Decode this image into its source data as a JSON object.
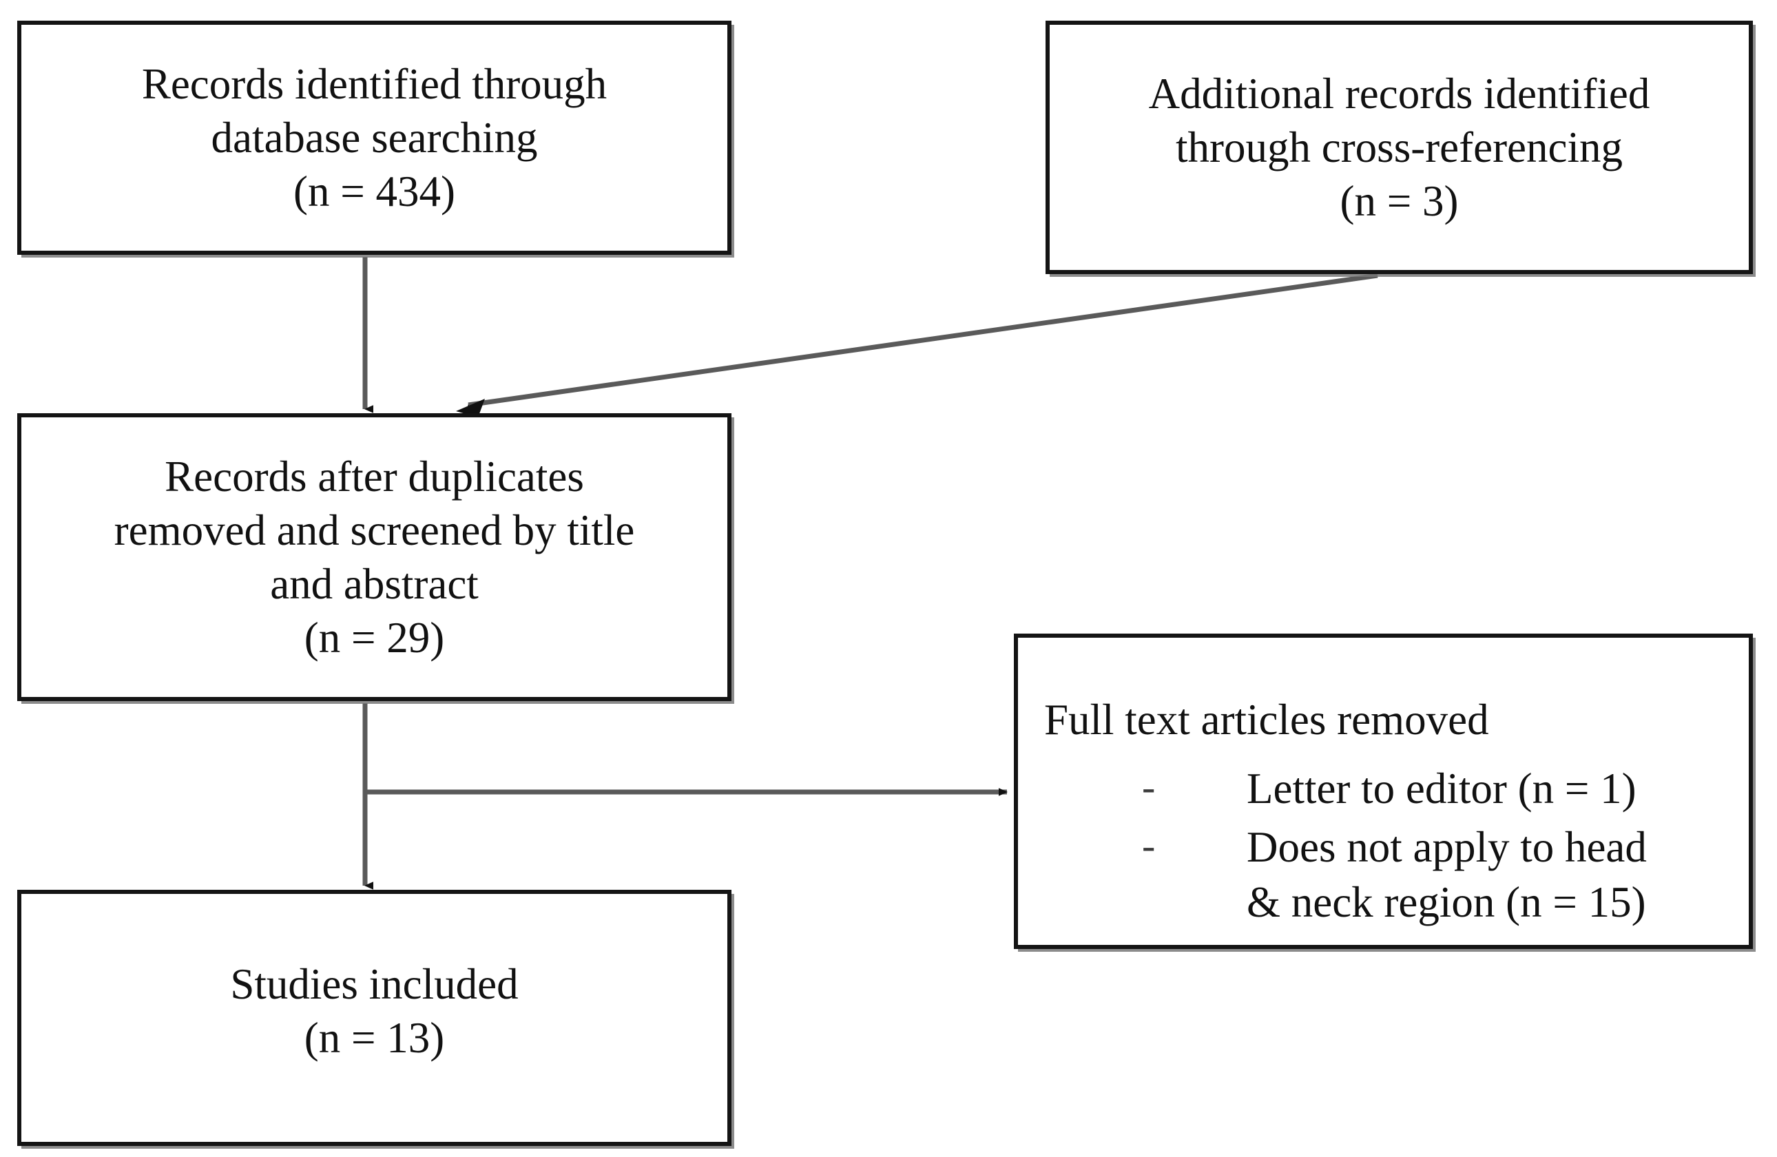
{
  "diagram": {
    "type": "prisma-flow-diagram",
    "title": "",
    "boxes": [
      {
        "id": "records-identified-database",
        "lines": [
          "Records identified through",
          "database searching",
          "(n = 434)"
        ],
        "count_label": "(n = 434)",
        "count": 434
      },
      {
        "id": "additional-records-cross-referencing",
        "lines": [
          "Additional records identified",
          "through cross-referencing",
          "(n = 3)"
        ],
        "count_label": "(n = 3)",
        "count": 3
      },
      {
        "id": "records-after-duplicates-screened",
        "lines": [
          "Records after duplicates",
          "removed and screened by title",
          "and abstract",
          "(n = 29)"
        ],
        "count_label": "(n = 29)",
        "count": 29
      },
      {
        "id": "full-text-articles-removed",
        "heading": "Full text articles removed",
        "bullets": [
          {
            "mark": "-",
            "lines": [
              "Letter to editor (n = 1)"
            ],
            "count": 1
          },
          {
            "mark": "-",
            "lines": [
              "Does not apply to head",
              "& neck region (n = 15)"
            ],
            "count": 15
          }
        ]
      },
      {
        "id": "studies-included",
        "lines": [
          "Studies included",
          "(n = 13)"
        ],
        "count_label": "(n = 13)",
        "count": 13
      }
    ],
    "connectors": [
      {
        "id": "db-to-screened",
        "from": "records-identified-database",
        "to": "records-after-duplicates-screened",
        "style": "vertical-arrow"
      },
      {
        "id": "crossref-to-screened",
        "from": "additional-records-cross-referencing",
        "to": "records-after-duplicates-screened",
        "style": "diagonal-arrow"
      },
      {
        "id": "screened-to-removed",
        "from": "records-after-duplicates-screened",
        "to": "full-text-articles-removed",
        "style": "horizontal-arrow"
      },
      {
        "id": "screened-to-included",
        "from": "records-after-duplicates-screened",
        "to": "studies-included",
        "style": "vertical-arrow"
      }
    ],
    "colors": {
      "box_border": "#141414",
      "box_fill": "#ffffff",
      "text": "#111111",
      "connector": "#5a5a5a",
      "arrowhead": "#111111",
      "shadow": "#787878"
    }
  }
}
